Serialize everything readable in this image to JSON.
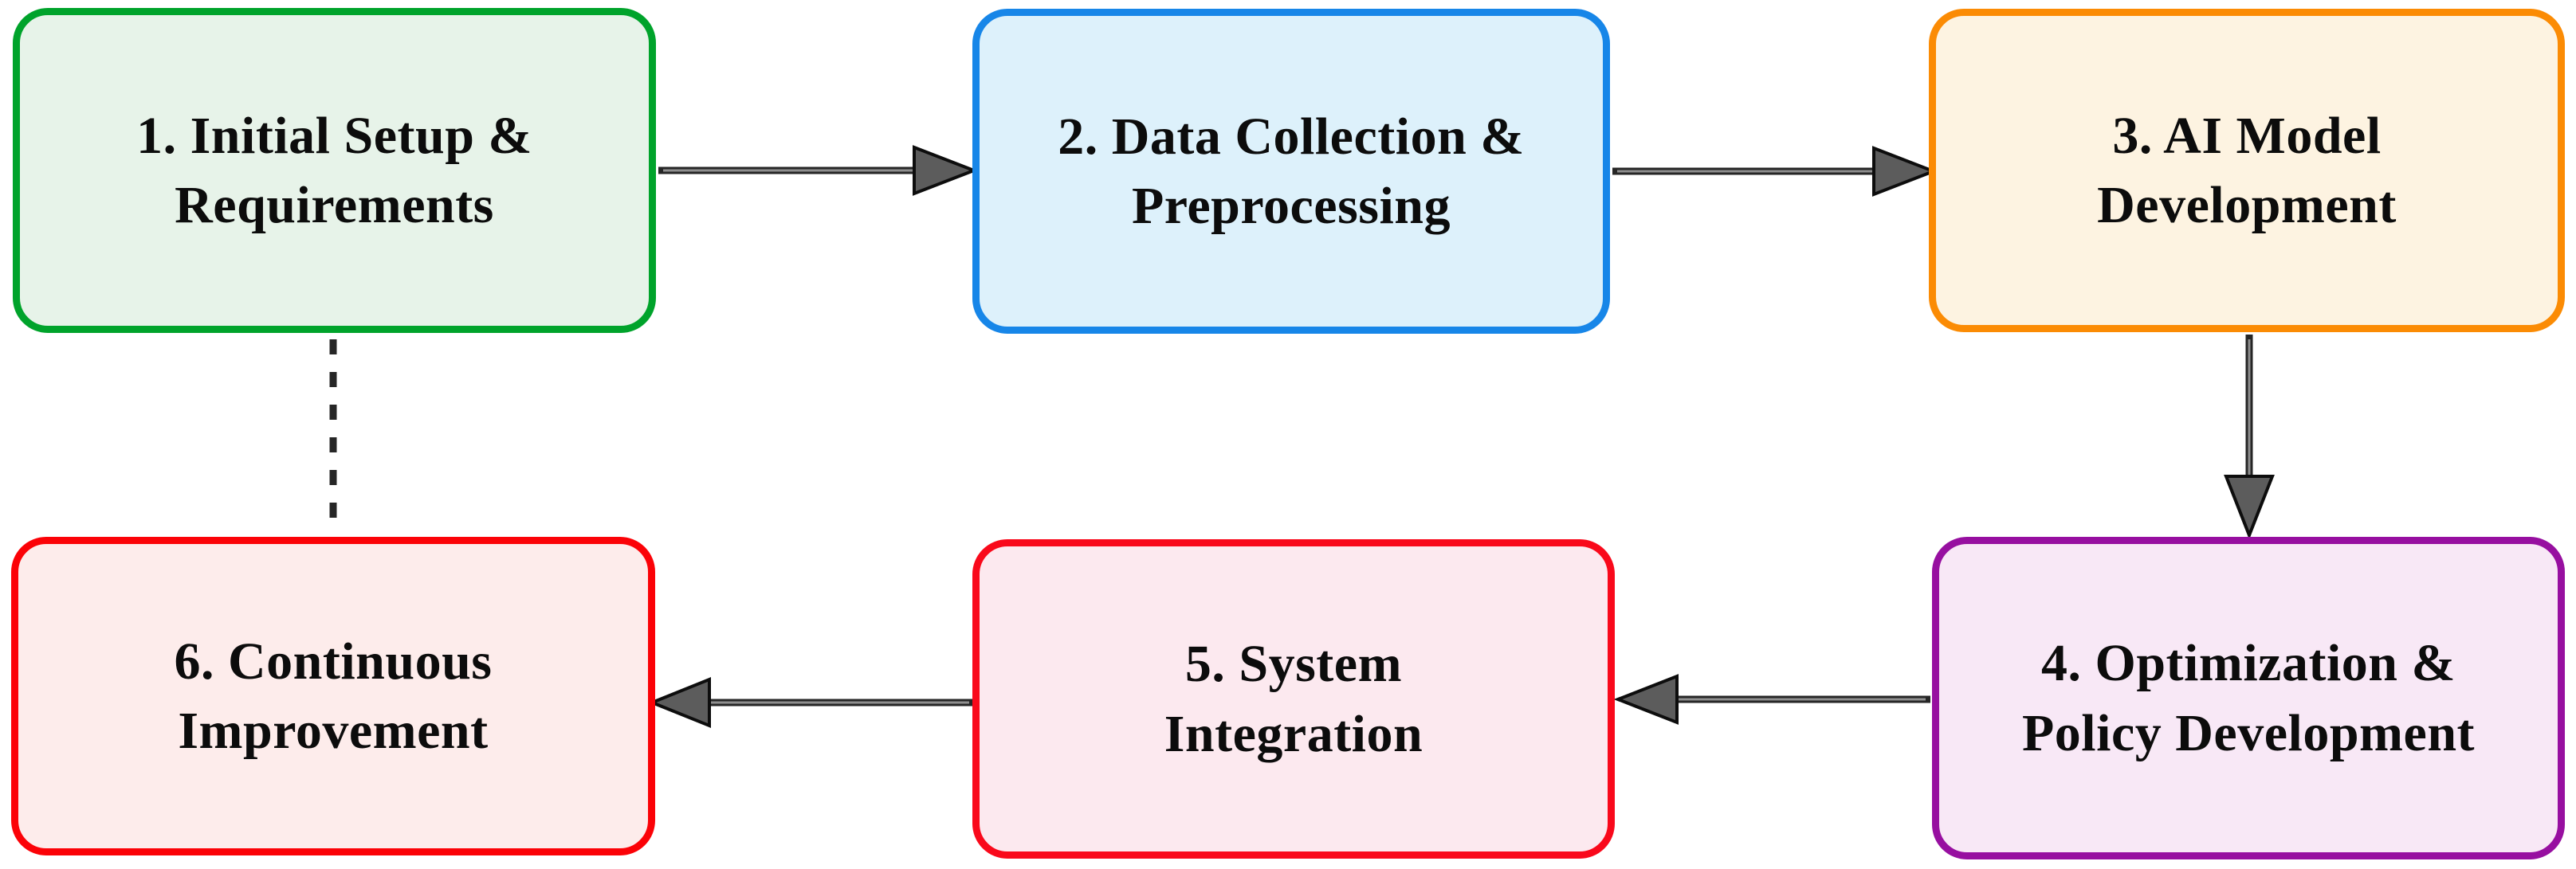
{
  "diagram": {
    "background_color": "#ffffff",
    "text_color": "#0c0c0c",
    "edge_color": "#262626",
    "edge_core_color": "#8f8f8f",
    "arrowhead_fill": "#5c5c5c",
    "arrowhead_outline": "#0d0d0d",
    "nodes": [
      {
        "id": "1",
        "label": "1. Initial Setup &\nRequirements",
        "border_color": "#00a32b",
        "fill_color": "#e7f3e9"
      },
      {
        "id": "2",
        "label": "2. Data Collection &\nPreprocessing",
        "border_color": "#1786e8",
        "fill_color": "#ddf1fb"
      },
      {
        "id": "3",
        "label": "3. AI Model\nDevelopment",
        "border_color": "#fb8b04",
        "fill_color": "#fdf3e1"
      },
      {
        "id": "4",
        "label": "4. Optimization &\nPolicy Development",
        "border_color": "#970fa0",
        "fill_color": "#f8e8f6"
      },
      {
        "id": "5",
        "label": "5. System\nIntegration",
        "border_color": "#f9091b",
        "fill_color": "#fce9ef"
      },
      {
        "id": "6",
        "label": "6. Continuous\nImprovement",
        "border_color": "#fb0207",
        "fill_color": "#fdeceb"
      }
    ],
    "edges": [
      {
        "from": "1",
        "to": "2",
        "style": "solid",
        "arrowhead": true
      },
      {
        "from": "2",
        "to": "3",
        "style": "solid",
        "arrowhead": true
      },
      {
        "from": "3",
        "to": "4",
        "style": "solid",
        "arrowhead": true
      },
      {
        "from": "4",
        "to": "5",
        "style": "solid",
        "arrowhead": true
      },
      {
        "from": "5",
        "to": "6",
        "style": "solid",
        "arrowhead": true
      },
      {
        "from": "1",
        "to": "6",
        "style": "dashed",
        "arrowhead": false
      }
    ]
  }
}
